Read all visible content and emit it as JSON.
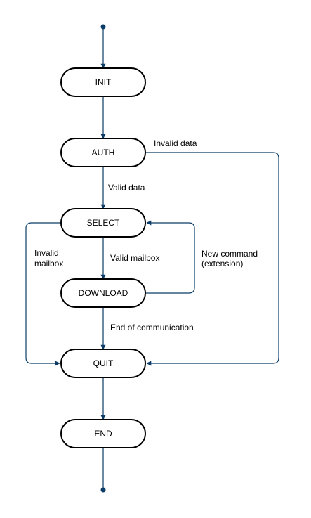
{
  "diagram": {
    "line_color": "#0b3d68",
    "node_border_color": "#000000",
    "nodes": {
      "init": "INIT",
      "auth": "AUTH",
      "select": "SELECT",
      "download": "DOWNLOAD",
      "quit": "QUIT",
      "end": "END"
    },
    "edge_labels": {
      "invalid_data": "Invalid data",
      "valid_data": "Valid data",
      "invalid_mailbox_1": "Invalid",
      "invalid_mailbox_2": "mailbox",
      "valid_mailbox": "Valid mailbox",
      "new_command_1": "New command",
      "new_command_2": "(extension)",
      "end_of_communication": "End of communication"
    }
  }
}
